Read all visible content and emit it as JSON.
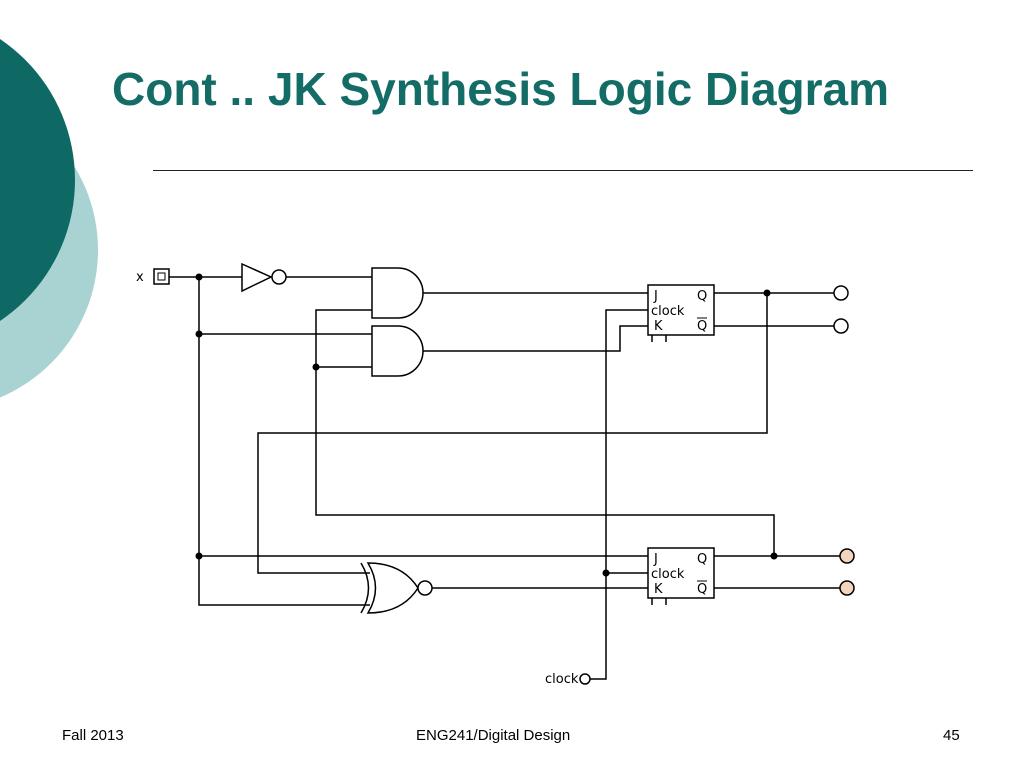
{
  "slide": {
    "title": "Cont .. JK Synthesis Logic Diagram",
    "footer": {
      "left": "Fall 2013",
      "center": "ENG241/Digital Design",
      "right": "45"
    }
  },
  "diagram": {
    "input_x_label": "x",
    "clock_input_label": "clock",
    "flip_flops": [
      {
        "j": "J",
        "k": "K",
        "clk": "clock",
        "q": "Q",
        "qbar": "Q"
      },
      {
        "j": "J",
        "k": "K",
        "clk": "clock",
        "q": "Q",
        "qbar": "Q"
      }
    ],
    "gates": [
      "NOT",
      "AND",
      "AND",
      "XNOR"
    ]
  },
  "colors": {
    "title": "#146c67",
    "deco_dark": "#0e6864",
    "deco_light": "#a9d3d2",
    "output_fill_peach": "#f3d4bf"
  }
}
